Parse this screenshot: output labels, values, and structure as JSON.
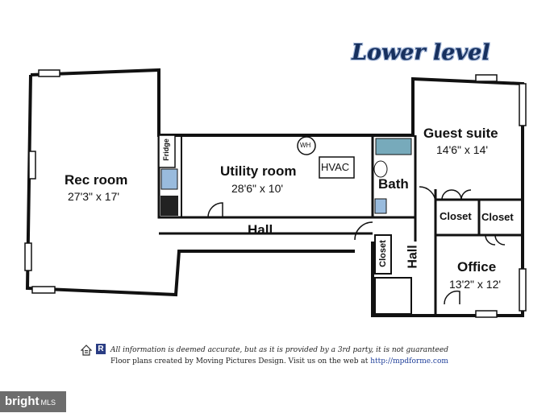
{
  "title": "Lower level",
  "rooms": {
    "rec_room": {
      "name": "Rec room",
      "dims": "27'3\" x 17'"
    },
    "utility_room": {
      "name": "Utility room",
      "dims": "28'6\" x 10'"
    },
    "guest_suite": {
      "name": "Guest suite",
      "dims": "14'6\" x 14'"
    },
    "office": {
      "name": "Office",
      "dims": "13'2\" x 12'"
    },
    "bath": {
      "name": "Bath"
    },
    "hall_main": {
      "name": "Hall"
    },
    "hall_vertical": {
      "name": "Hall"
    },
    "closet_left": {
      "name": "Closet"
    },
    "closet_right": {
      "name": "Closet"
    },
    "closet_vertical": {
      "name": "Closet"
    }
  },
  "fixtures": {
    "fridge": "Fridge",
    "water_heater": "WH",
    "hvac": "HVAC"
  },
  "footer": {
    "line1": "All information is deemed accurate, but as it is provided by a 3rd party, it is not guaranteed",
    "line2": "Floor plans created by Moving Pictures Design. Visit us on the web at",
    "url": "http://mpdforme.com"
  },
  "badge": {
    "brand": "bright",
    "suffix": "MLS"
  }
}
